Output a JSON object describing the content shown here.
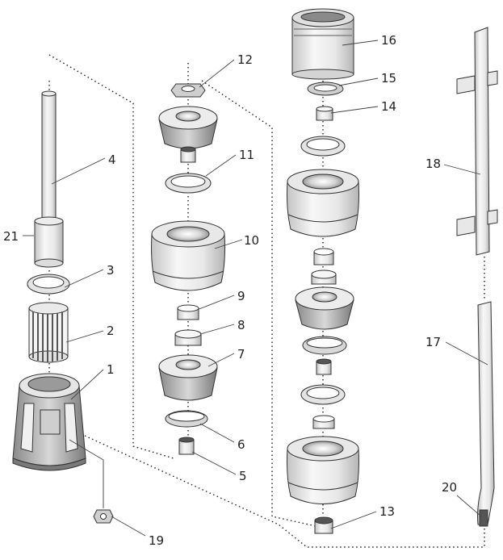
{
  "callouts": [
    {
      "id": "1",
      "label": "1"
    },
    {
      "id": "2",
      "label": "2"
    },
    {
      "id": "3",
      "label": "3"
    },
    {
      "id": "4",
      "label": "4"
    },
    {
      "id": "5",
      "label": "5"
    },
    {
      "id": "6",
      "label": "6"
    },
    {
      "id": "7",
      "label": "7"
    },
    {
      "id": "8",
      "label": "8"
    },
    {
      "id": "9",
      "label": "9"
    },
    {
      "id": "10",
      "label": "10"
    },
    {
      "id": "11",
      "label": "11"
    },
    {
      "id": "12",
      "label": "12"
    },
    {
      "id": "13",
      "label": "13"
    },
    {
      "id": "14",
      "label": "14"
    },
    {
      "id": "15",
      "label": "15"
    },
    {
      "id": "16",
      "label": "16"
    },
    {
      "id": "17",
      "label": "17"
    },
    {
      "id": "18",
      "label": "18"
    },
    {
      "id": "19",
      "label": "19"
    },
    {
      "id": "20",
      "label": "20"
    },
    {
      "id": "21",
      "label": "21"
    }
  ],
  "colors": {
    "line": "#333333",
    "body_light": "#f2f2f2",
    "body_mid": "#d9d9d9",
    "body_dark": "#8a8a8a"
  }
}
